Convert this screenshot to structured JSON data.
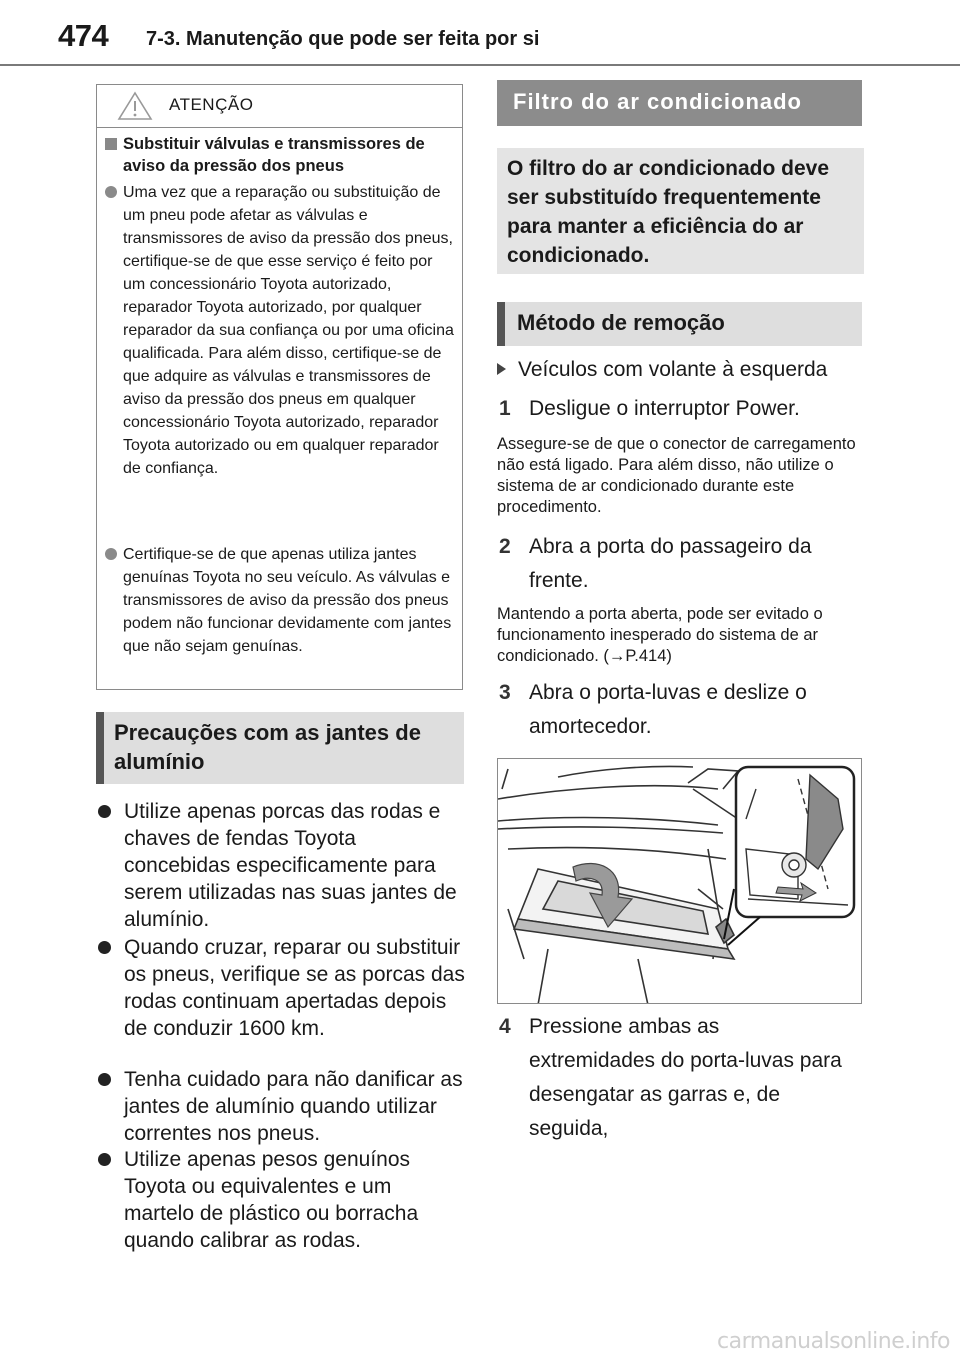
{
  "header": {
    "page_number": "474",
    "section_title": "7-3. Manutenção que pode ser feita por si"
  },
  "warning": {
    "title": "ATENÇÃO",
    "subheading": "Substituir válvulas e transmissores de aviso da pressão dos pneus",
    "bullets": [
      "Uma vez que a reparação ou substituição de um pneu pode afetar as válvulas e transmissores de aviso da pressão dos pneus, certifique-se de que esse serviço é feito por um concessionário Toyota autorizado, reparador Toyota autorizado, por qualquer reparador da sua confiança ou por uma oficina qualificada. Para além disso, certifique-se de que adquire as válvulas e transmissores de aviso da pressão dos pneus em qualquer concessionário Toyota autorizado, reparador Toyota autorizado ou em qualquer reparador de confiança.",
      "Certifique-se de que apenas utiliza jantes genuínas Toyota no seu veículo. As válvulas e transmissores de aviso da pressão dos pneus podem não funcionar devidamente com jantes que não sejam genuínas."
    ]
  },
  "wheels_section": {
    "heading": "Precauções com as jantes de alumínio",
    "bullets": [
      "Utilize apenas porcas das rodas e chaves de fendas Toyota concebidas especificamente para serem utilizadas nas suas jantes de alumínio.",
      "Quando cruzar, reparar ou substituir os pneus, verifique se as porcas das rodas continuam apertadas depois de conduzir 1600 km.",
      "Tenha cuidado para não danificar as jantes de alumínio quando utilizar correntes nos pneus.",
      "Utilize apenas pesos genuínos Toyota ou equivalentes e um martelo de plástico ou borracha quando calibrar as rodas."
    ]
  },
  "filter_section": {
    "heading": "Filtro do ar condicionado",
    "intro": "O filtro do ar condicionado deve ser substituído frequentemente para manter a eficiência do ar condicionado.",
    "subheading": "Método de remoção",
    "vehicle_type": "Veículos com volante à esquerda",
    "steps": [
      {
        "num": "1",
        "text": "Desligue o interruptor Power.",
        "note": "Assegure-se de que o conector de carregamento não está ligado. Para além disso, não utilize o sistema de ar condicionado durante este procedimento."
      },
      {
        "num": "2",
        "text": "Abra a porta do passageiro da frente.",
        "note": "Mantendo a porta aberta, pode ser evitado o funcionamento inesperado do sistema de ar condicionado. (→P.414)"
      },
      {
        "num": "3",
        "text": "Abra o porta-luvas e deslize o amortecedor.",
        "note": ""
      },
      {
        "num": "4",
        "text": "Pressione ambas as extremidades do porta-luvas para desengatar as garras e, de seguida,",
        "note": ""
      }
    ]
  },
  "watermark": "carmanualsonline.info",
  "colors": {
    "heading_bar": "#8c8c8c",
    "gray_box": "#dedede",
    "accent_bar": "#555555"
  }
}
